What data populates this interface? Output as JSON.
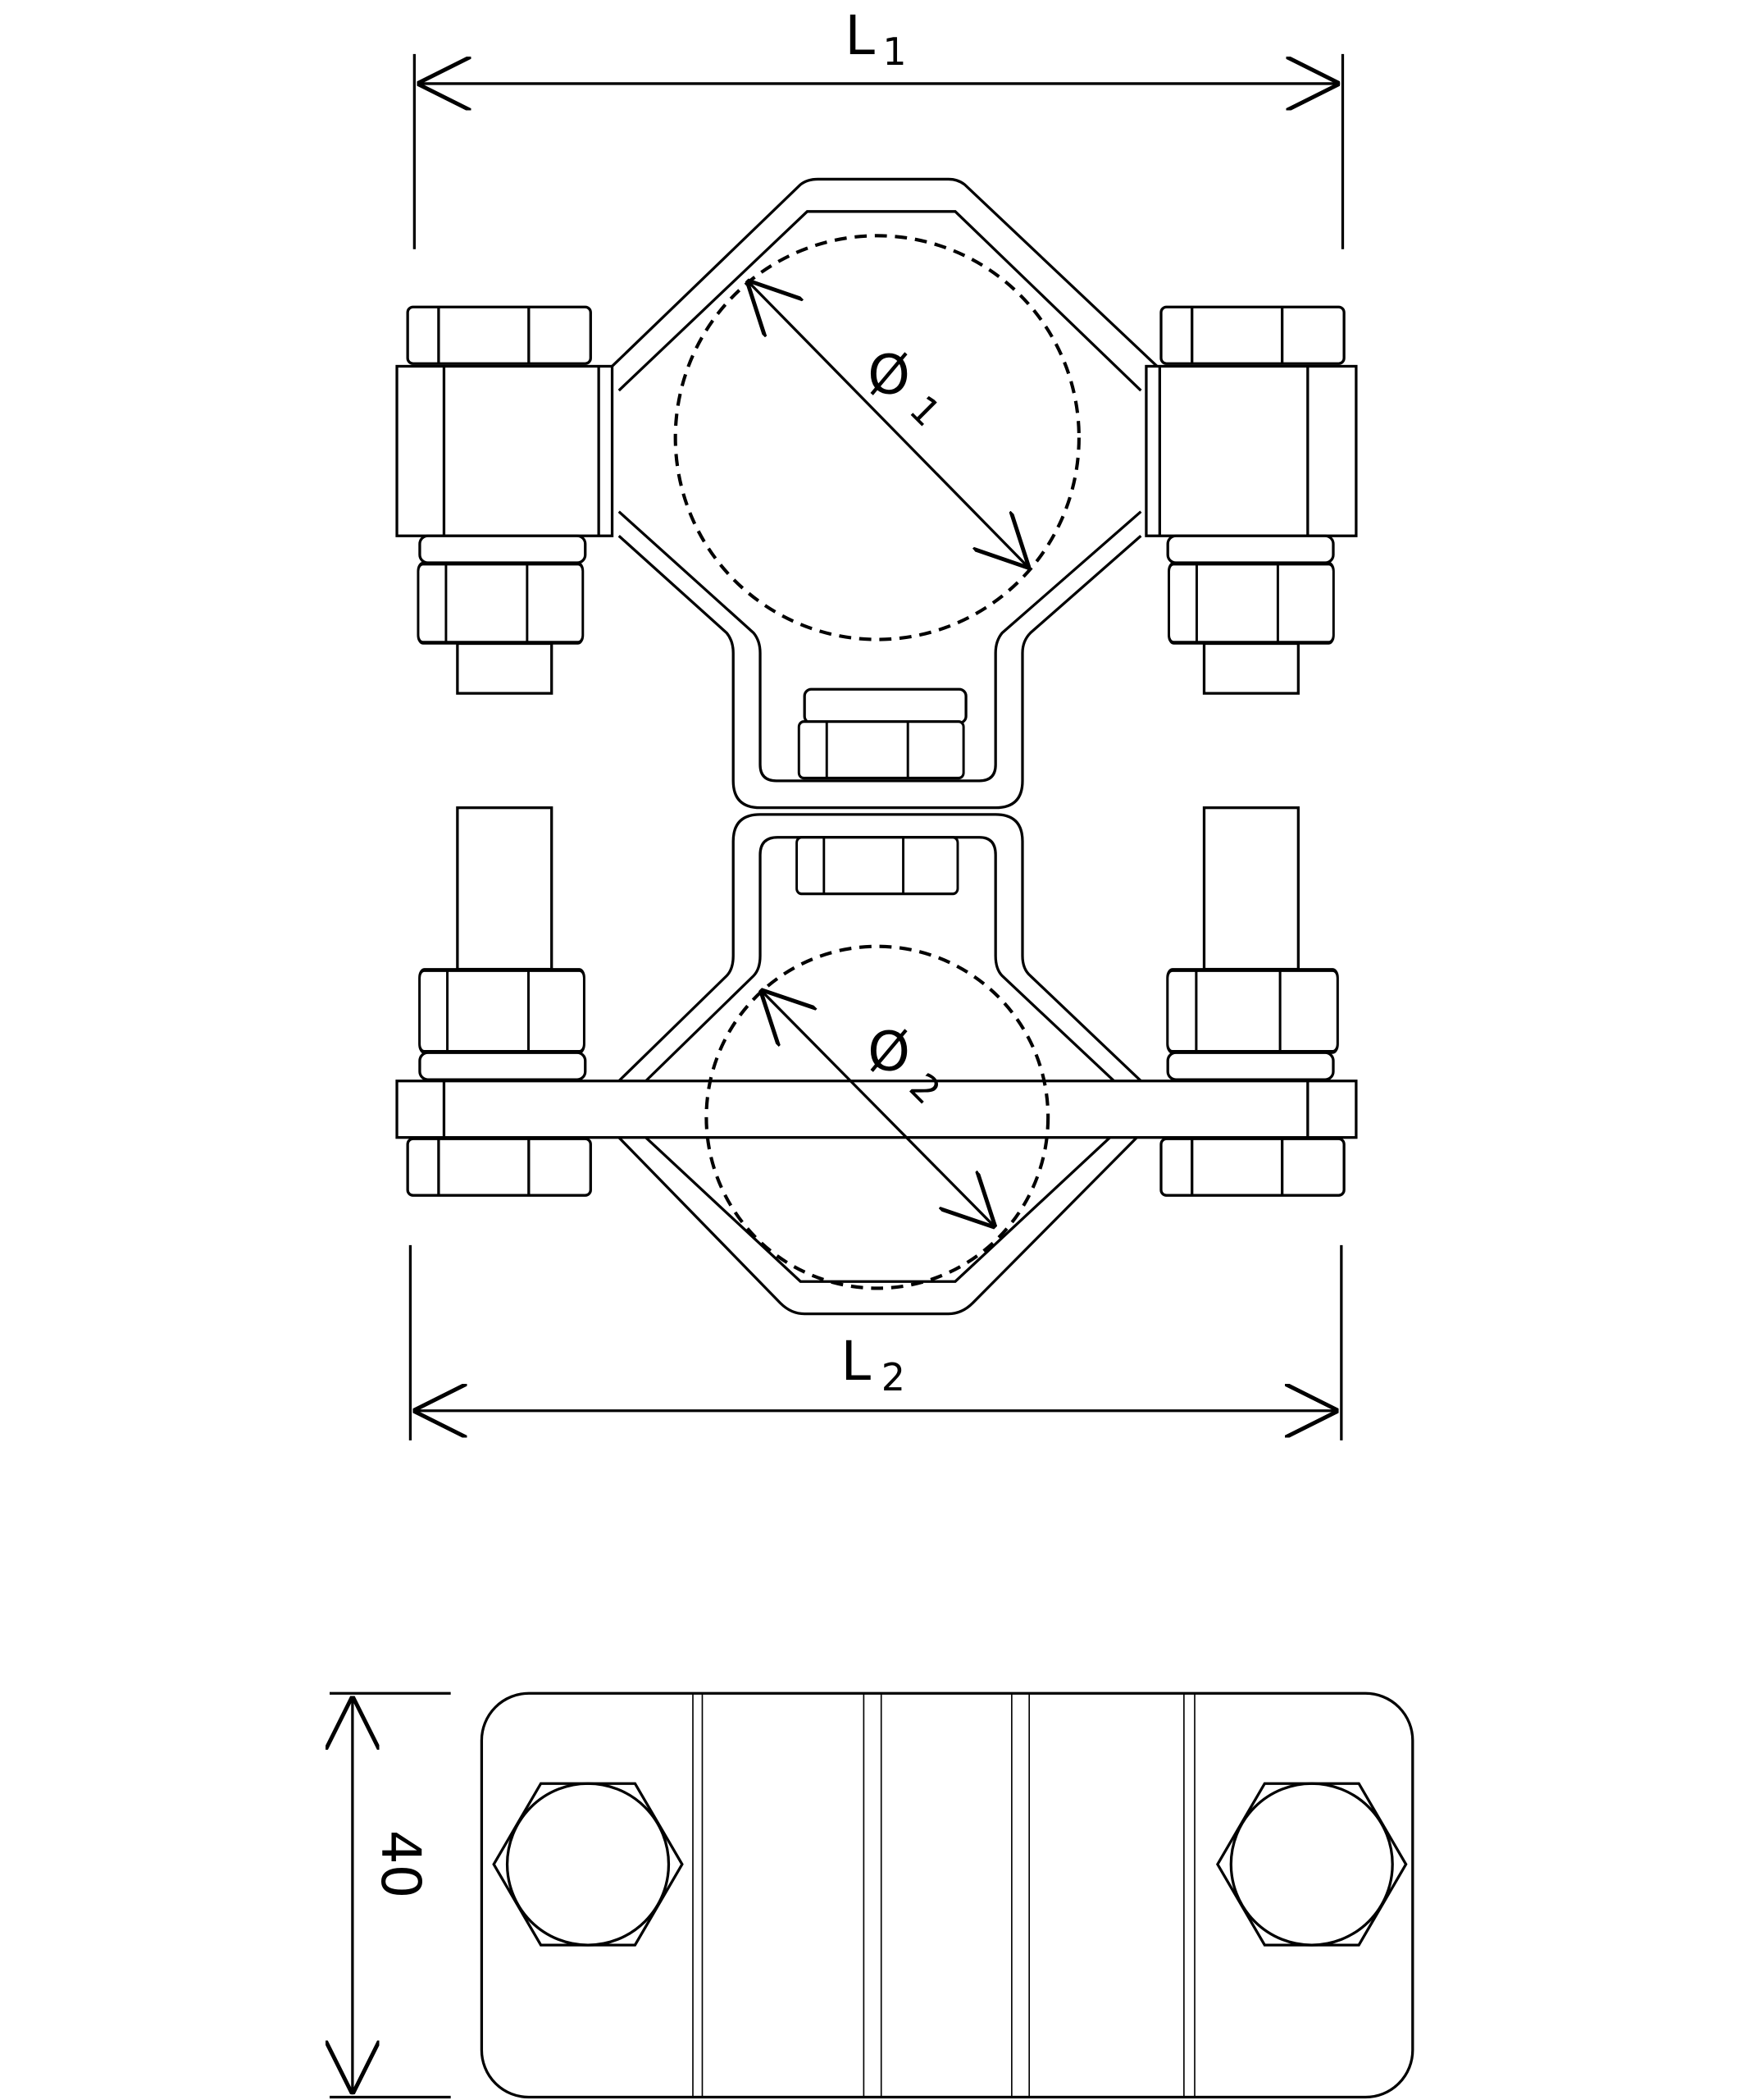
{
  "dimensions": {
    "l1": {
      "main": "L",
      "sub": "1"
    },
    "l2": {
      "main": "L",
      "sub": "2"
    },
    "d1": {
      "main": "Ø",
      "sub": "1"
    },
    "d2": {
      "main": "Ø",
      "sub": "2"
    },
    "width": "40"
  }
}
